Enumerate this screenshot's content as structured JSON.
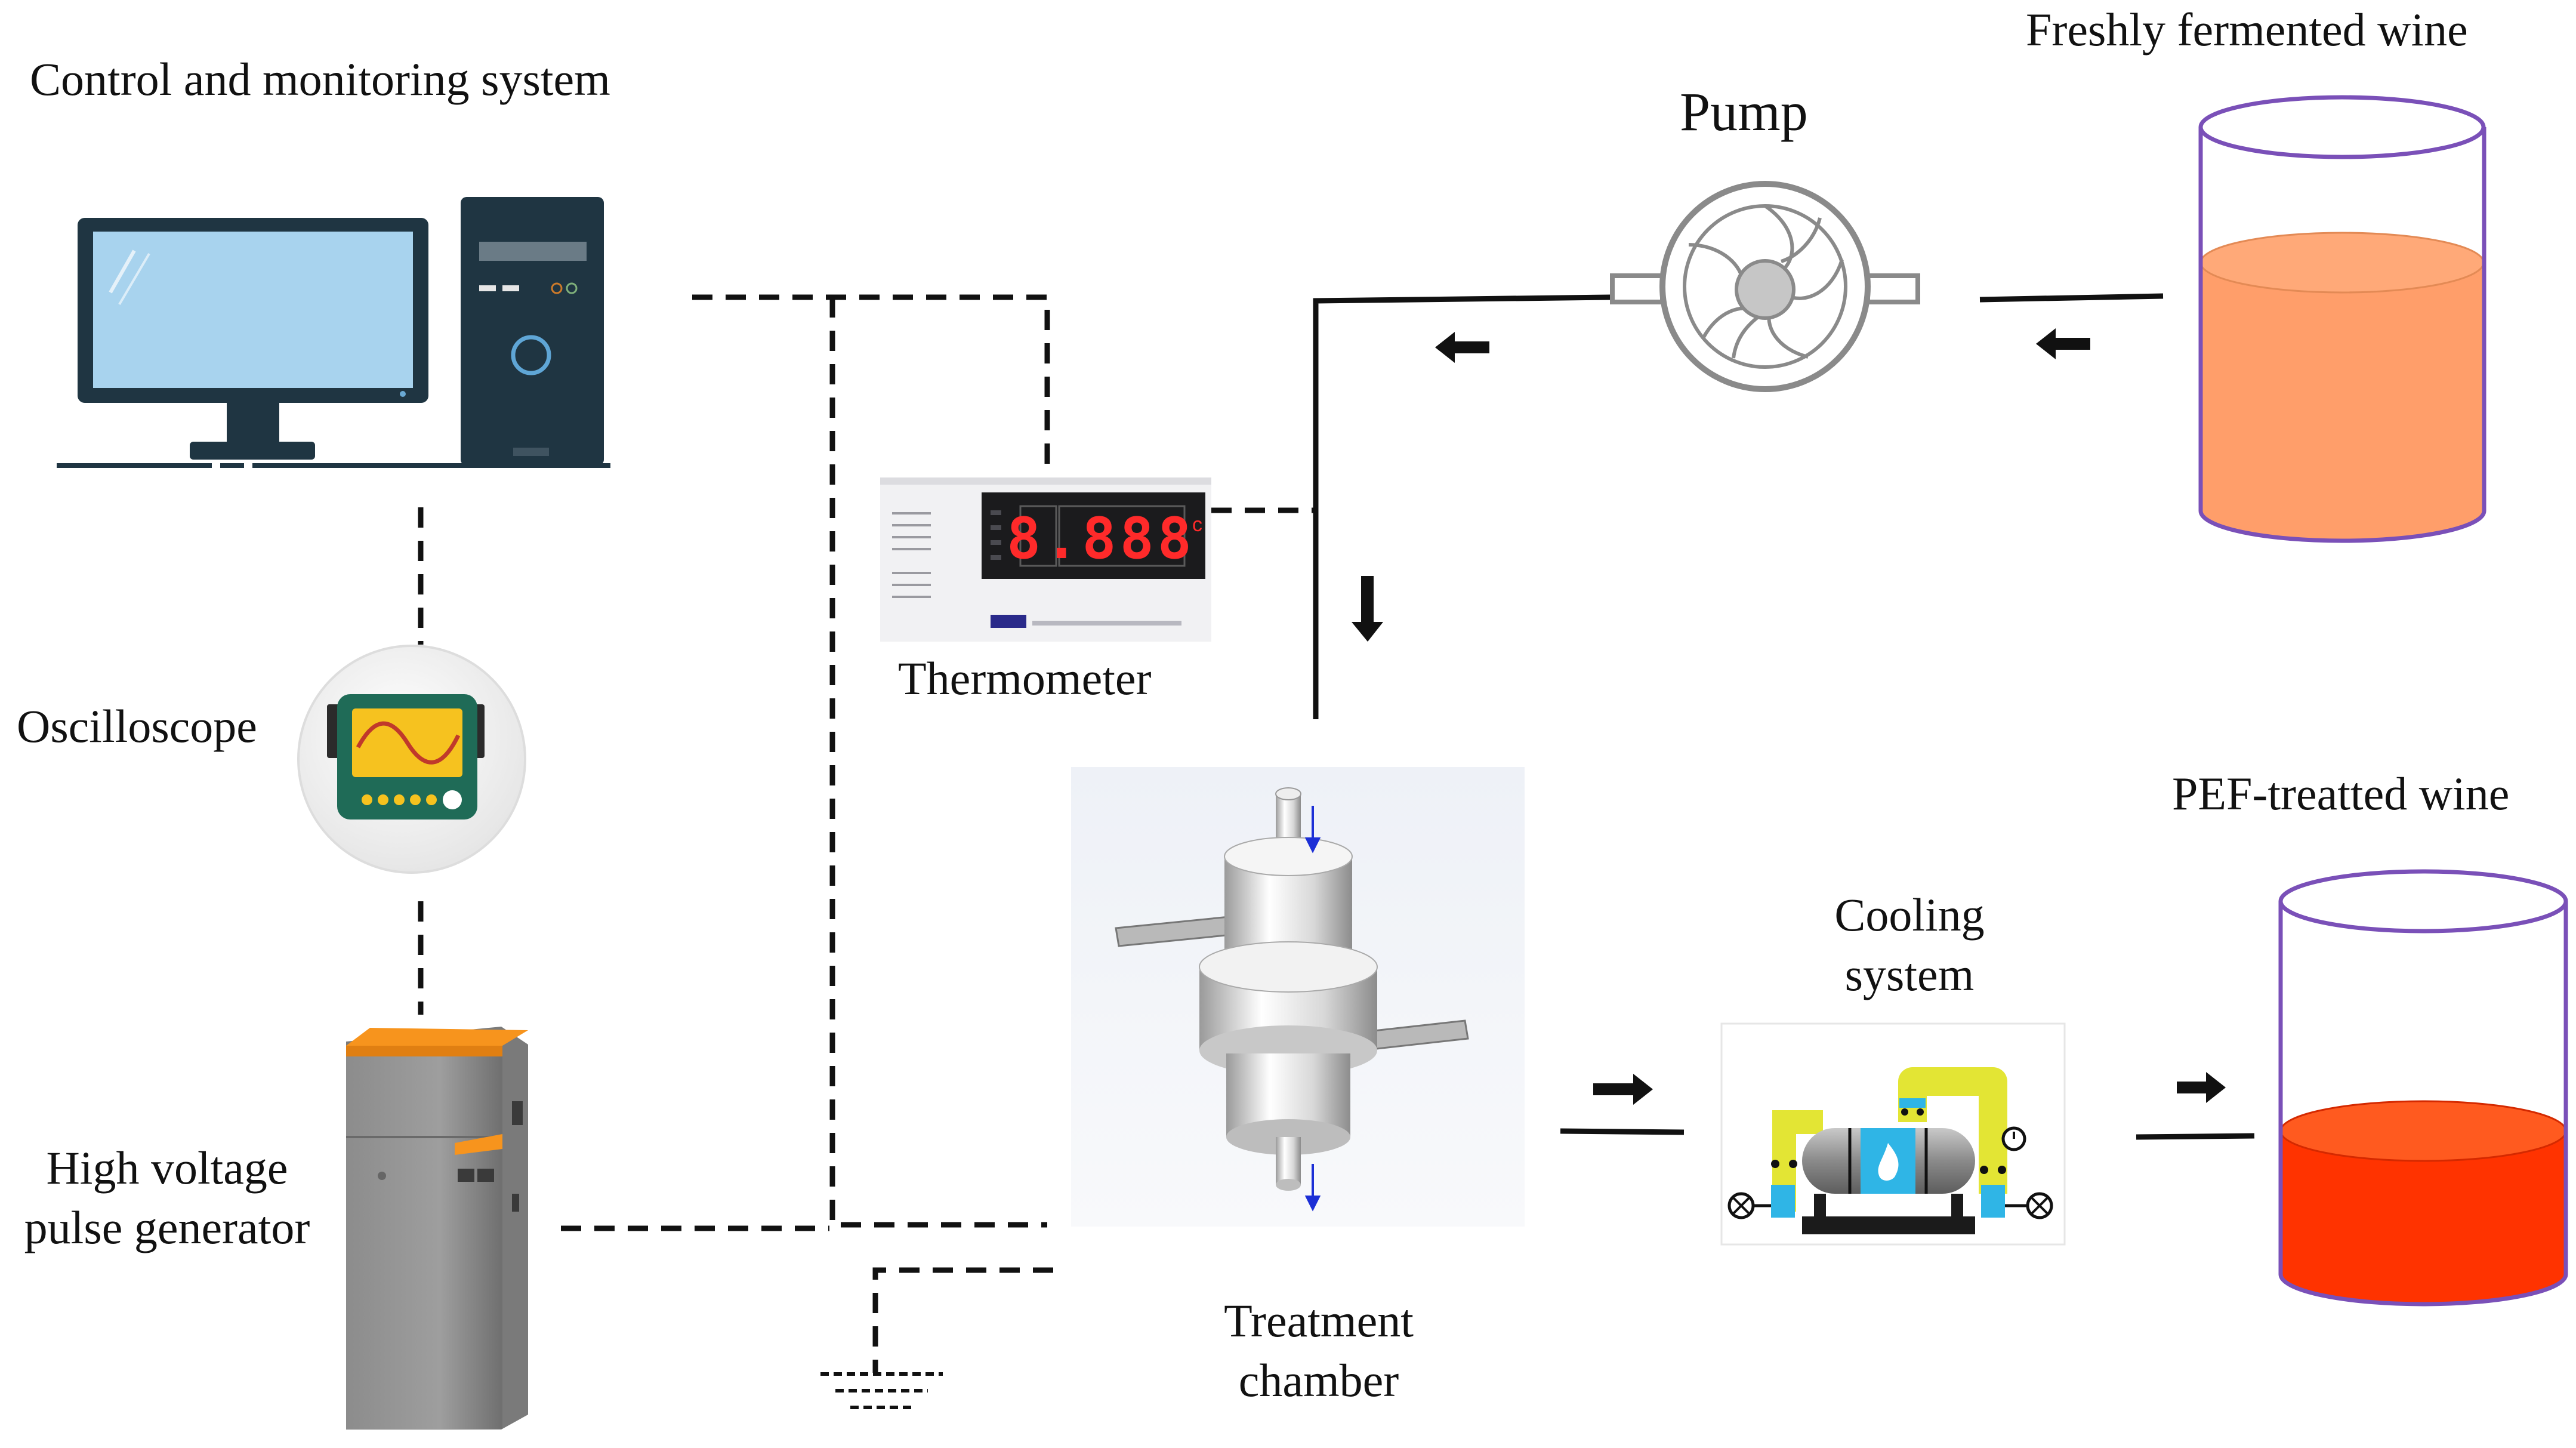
{
  "labels": {
    "control_system": "Control and monitoring system",
    "oscilloscope": "Oscilloscope",
    "hv_generator_line1": "High voltage",
    "hv_generator_line2": "pulse generator",
    "thermometer": "Thermometer",
    "pump": "Pump",
    "fresh_wine": "Freshly fermented wine",
    "treatment_line1": "Treatment",
    "treatment_line2": "chamber",
    "cooling_line1": "Cooling",
    "cooling_line2": "system",
    "pef_wine": "PEF-treatted wine"
  },
  "thermometer_display": {
    "digits": "8.888",
    "unit": "c"
  },
  "colors": {
    "fresh_wine": "#FF9E6A",
    "pef_wine": "#FF3300",
    "container_rim": "#7A50B8",
    "generator_top": "#F7941D",
    "oscilloscope_body": "#1F6B57",
    "oscilloscope_screen": "#F6C21F",
    "monitor_frame": "#1F3542",
    "monitor_screen": "#A8D3EE",
    "cooling_pipe": "#E3E534",
    "cooling_tank_glass": "#2FB5E6",
    "thermometer_digits": "#FF2A2A",
    "connection": "#111111"
  },
  "icons": [
    "desktop-computer-icon",
    "oscilloscope-icon",
    "pulse-generator-icon",
    "digital-thermometer-icon",
    "pump-icon",
    "beaker-icon",
    "treatment-chamber-icon",
    "cooling-system-icon",
    "ground-symbol-icon",
    "flow-arrow-icon"
  ]
}
